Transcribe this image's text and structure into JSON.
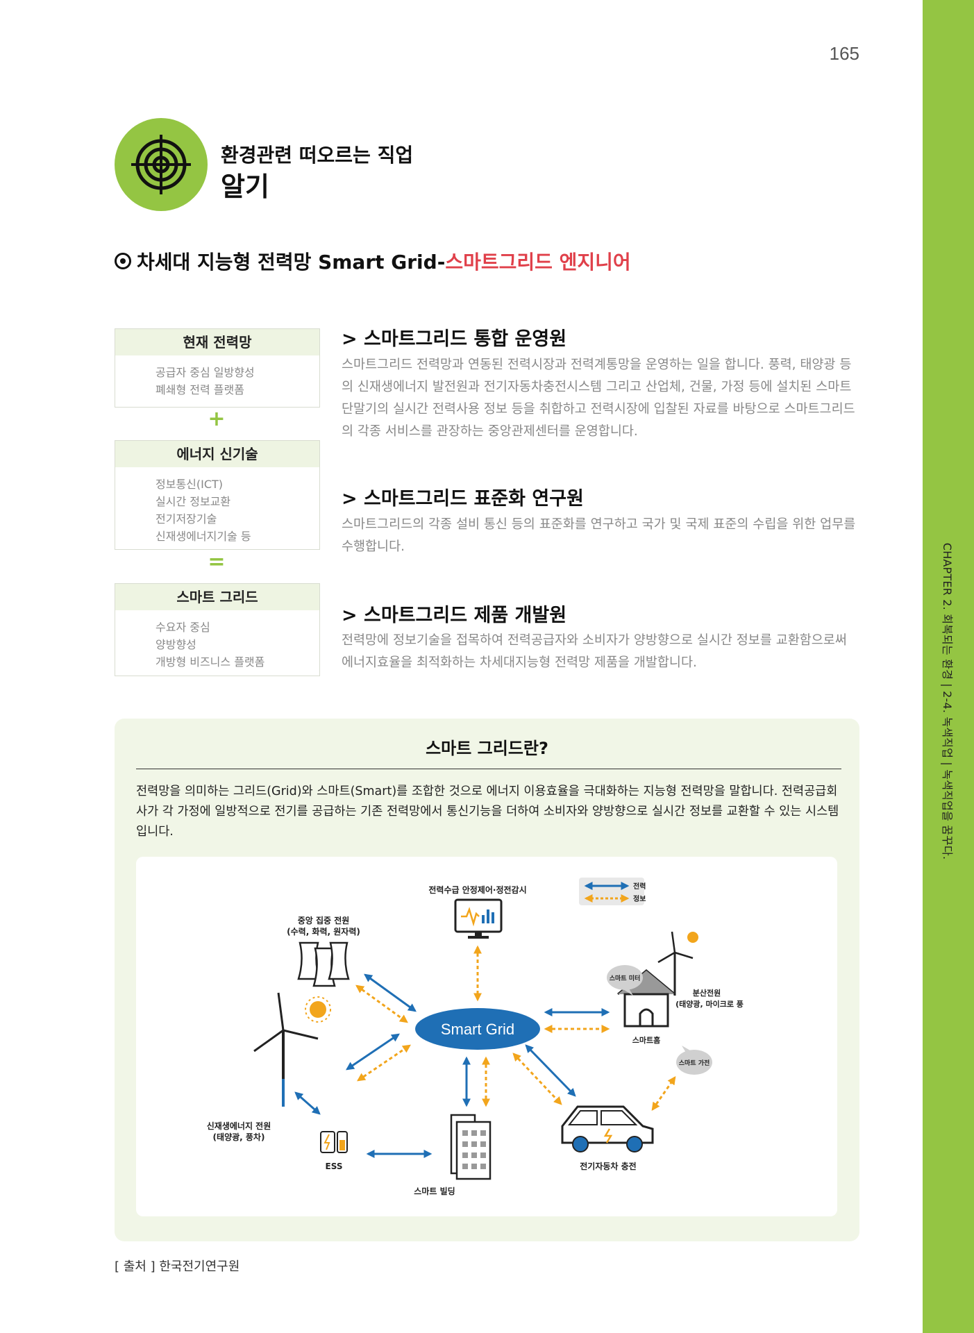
{
  "page_number": "165",
  "chapter_label": "CHAPTER 2. 회복되는 환경 | 2-4. 녹색직업 | 녹색직업을 꿈꾸다.",
  "heading": {
    "line1": "환경관련 떠오르는 직업",
    "line2": "알기"
  },
  "section_title": {
    "main": "차세대 지능형 전력망 Smart Grid-",
    "accent": "스마트그리드 엔지니어"
  },
  "boxes": [
    {
      "title": "현재 전력망",
      "lines": [
        "공급자 중심 일방향성",
        "폐쇄형 전력 플랫폼"
      ]
    },
    {
      "title": "에너지 신기술",
      "lines": [
        "정보통신(ICT)",
        "실시간 정보교환",
        "전기저장기술",
        "신재생에너지기술 등"
      ]
    },
    {
      "title": "스마트 그리드",
      "lines": [
        "수요자 중심",
        "양방향성",
        "개방형 비즈니스 플랫폼"
      ]
    }
  ],
  "operators": {
    "plus": "+",
    "equals": "="
  },
  "jobs": [
    {
      "title": "> 스마트그리드 통합 운영원",
      "desc": "스마트그리드 전력망과 연동된 전력시장과 전력계통망을 운영하는 일을 합니다. 풍력, 태양광 등의 신재생에너지 발전원과 전기자동차충전시스템 그리고 산업체, 건물, 가정 등에 설치된 스마트단말기의 실시간 전력사용 정보 등을 취합하고 전력시장에 입찰된 자료를 바탕으로 스마트그리드의 각종 서비스를 관장하는 중앙관제센터를 운영합니다."
    },
    {
      "title": "> 스마트그리드 표준화 연구원",
      "desc": "스마트그리드의 각종 설비 통신 등의 표준화를 연구하고 국가 및 국제 표준의 수립을 위한 업무를 수행합니다."
    },
    {
      "title": "> 스마트그리드 제품 개발원",
      "desc": "전력망에 정보기술을 접목하여 전력공급자와 소비자가 양방향으로 실시간 정보를 교환함으로써 에너지효율을 최적화하는 차세대지능형 전력망 제품을 개발합니다."
    }
  ],
  "definition": {
    "title": "스마트 그리드란?",
    "text": "전력망을 의미하는 그리드(Grid)와 스마트(Smart)를 조합한 것으로 에너지 이용효율을 극대화하는 지능형 전력망을 말합니다. 전력공급회사가 각 가정에 일방적으로 전기를 공급하는 기존 전력망에서 통신기능을 더하여 소비자와 양방향으로 실시간 정보를 교환할 수 있는 시스템입니다."
  },
  "diagram": {
    "center": "Smart Grid",
    "legend": {
      "power": "전력",
      "info": "정보"
    },
    "nodes": {
      "monitor": "전력수급 안정제어·정전감시",
      "central_plant": "중앙 집중 전원",
      "central_plant_sub": "(수력, 화력, 원자력)",
      "smart_meter": "스마트 미터",
      "distributed": "분산전원",
      "distributed_sub": "(태양광, 마이크로 풍",
      "smart_home": "스마트홈",
      "smart_appliance": "스마트 가전",
      "renewable": "신재생에너지 전원",
      "renewable_sub": "(태양광, 풍차)",
      "ess": "ESS",
      "building": "스마트 빌딩",
      "ev": "전기자동차 충전"
    },
    "colors": {
      "power": "#1f6fb5",
      "info": "#f2a51c",
      "ellipse": "#1f6fb5"
    }
  },
  "source": {
    "label": "[ 출처 ]",
    "value": "한국전기연구원"
  }
}
